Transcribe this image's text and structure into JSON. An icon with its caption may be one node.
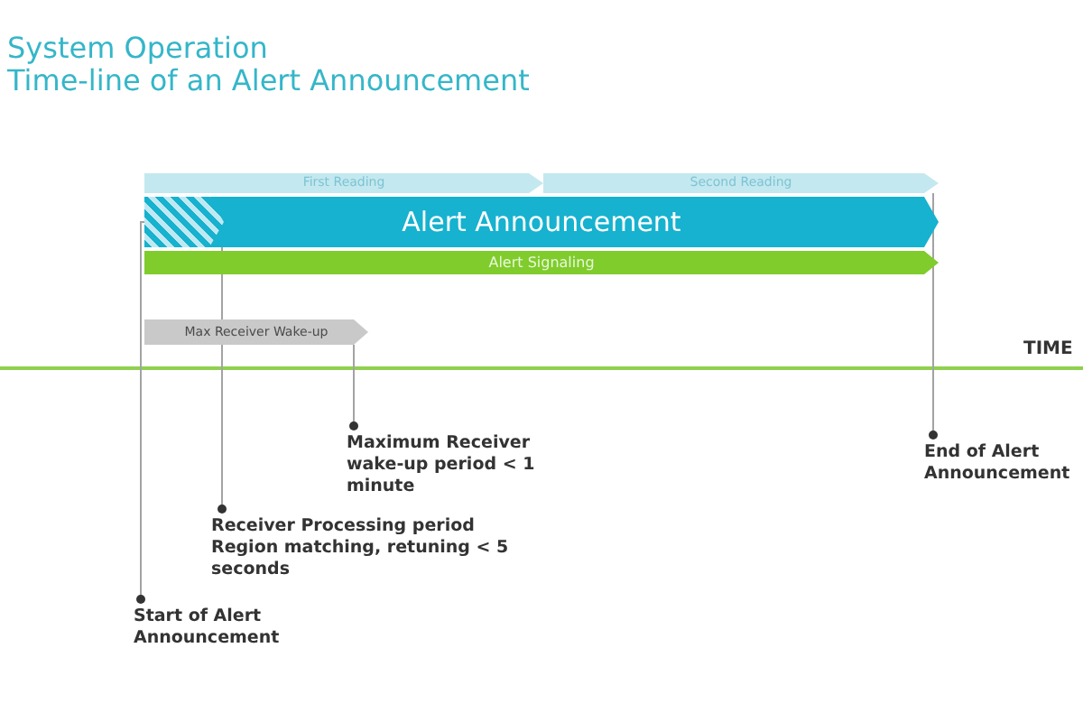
{
  "diagram": {
    "title": "System Operation",
    "nodes": [
      {
        "text": [
          "First Reading"
        ]
      },
      {
        "text": [
          "Second Reading"
        ]
      },
      {
        "text": [
          "Alert Announcement"
        ]
      },
      {
        "text": [
          "Alert Signaling"
        ]
      },
      {
        "text": [
          "Max Receiver Wake-up"
        ]
      },
      {
        "text": [
          "Start of Alert Announcement"
        ]
      },
      {
        "text": [
          "Receiver Processing period Region matching, retuning < 5 seconds"
        ]
      },
      {
        "text": [
          "Maximum Receiver wake-up period < 1 minute"
        ]
      },
      {
        "text": [
          "End of Alert Announcement"
        ]
      }
    ],
    "edges": [
      {
        "from": 5,
        "to": 2,
        "arrow": "other"
      },
      {
        "from": 6,
        "to": 2,
        "arrow": "other"
      },
      {
        "from": 7,
        "to": 4,
        "arrow": "other"
      },
      {
        "from": 8,
        "to": 1,
        "arrow": "other"
      }
    ],
    "labels": [
      "Time-line of an Alert Announcement",
      "TIME"
    ]
  }
}
